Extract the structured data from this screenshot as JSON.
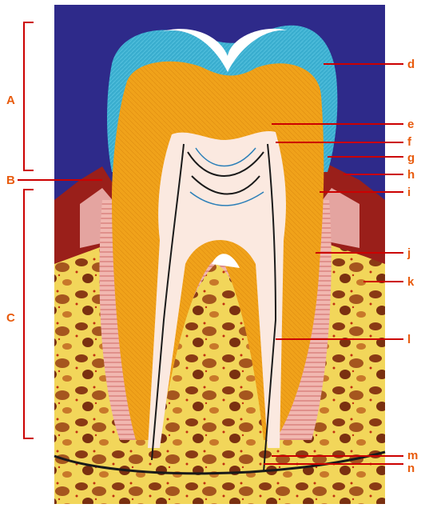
{
  "diagram": {
    "colors": {
      "background": "#2e2a8a",
      "enamel": "#3aaecf",
      "dentin": "#f0a21a",
      "pulp": "#fbe9e0",
      "gum": "#9a1f1a",
      "bone": "#f2d65a",
      "bone_spots": "#8a3a14",
      "label": "#e85a0c",
      "line": "#cc0000"
    },
    "left_labels": [
      {
        "id": "A",
        "text": "A"
      },
      {
        "id": "B",
        "text": "B"
      },
      {
        "id": "C",
        "text": "C"
      }
    ],
    "right_labels": [
      {
        "id": "d",
        "text": "d"
      },
      {
        "id": "e",
        "text": "e"
      },
      {
        "id": "f",
        "text": "f"
      },
      {
        "id": "g",
        "text": "g"
      },
      {
        "id": "h",
        "text": "h"
      },
      {
        "id": "i",
        "text": "i"
      },
      {
        "id": "j",
        "text": "j"
      },
      {
        "id": "k",
        "text": "k"
      },
      {
        "id": "l",
        "text": "l"
      },
      {
        "id": "m",
        "text": "m"
      },
      {
        "id": "n",
        "text": "n"
      }
    ]
  }
}
